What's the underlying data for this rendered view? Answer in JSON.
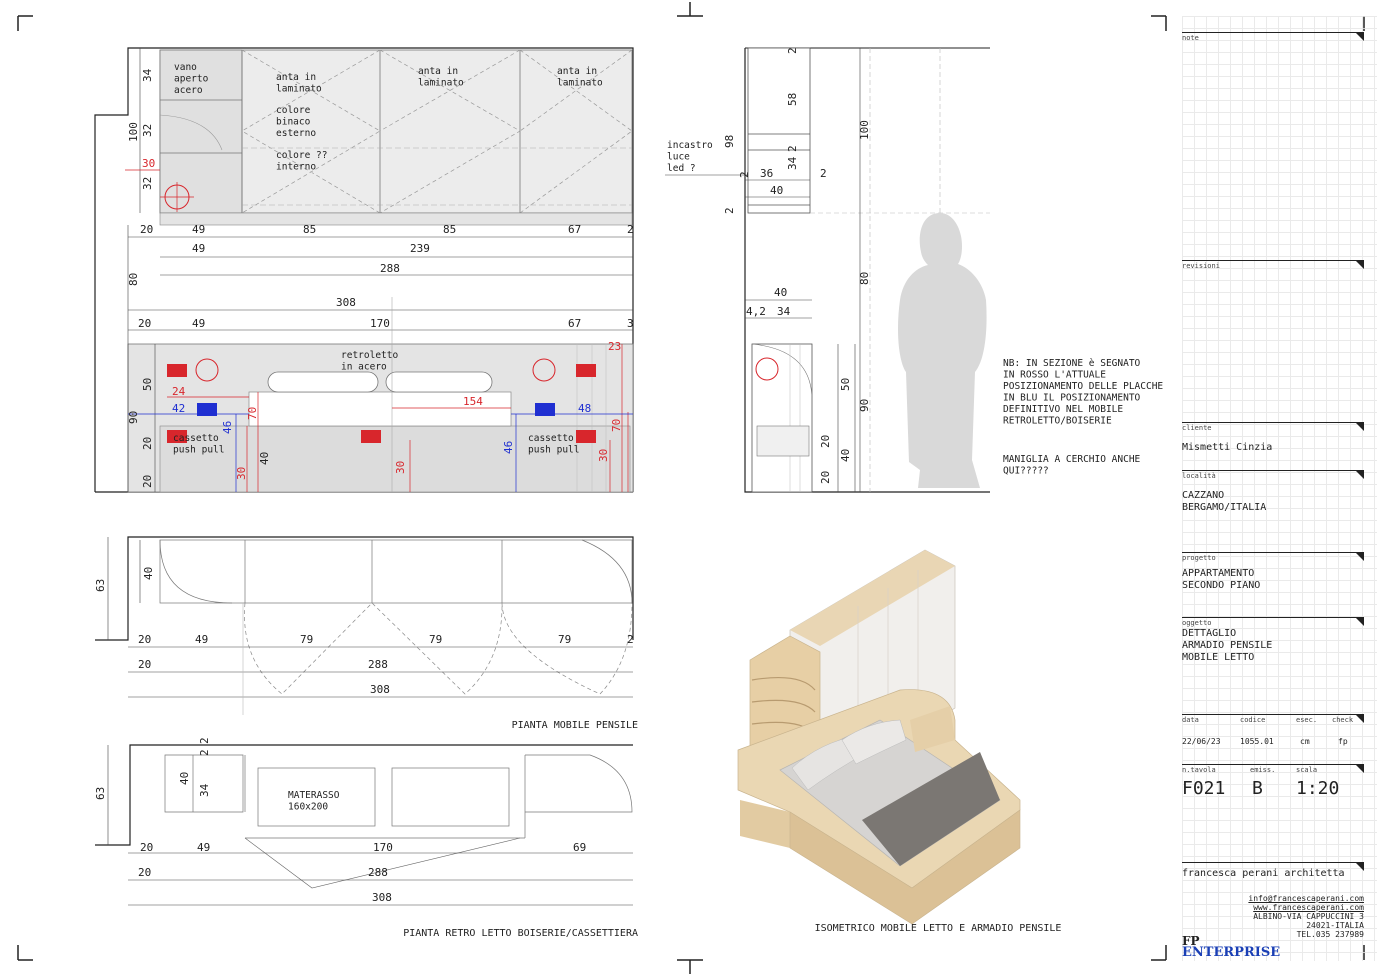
{
  "front_elevation": {
    "labels": {
      "vano": "vano\naperto\nacero",
      "anta1": "anta in\nlaminato",
      "anta2": "anta in\nlaminato",
      "anta3": "anta in\nlaminato",
      "colore_esterno": "colore\nbinaco\nesterno",
      "colore_interno": "colore ??\ninterno",
      "retroletto": "retroletto\nin acero",
      "cassetto_left": "cassetto\npush pull",
      "cassetto_right": "cassetto\npush pull"
    },
    "dims_wardrobe_v": [
      "34",
      "32",
      "32",
      "100",
      "30"
    ],
    "row1": [
      "20",
      "49",
      "85",
      "85",
      "67",
      "2"
    ],
    "row2": [
      "49",
      "239"
    ],
    "row3": [
      "288"
    ],
    "row4": [
      "308"
    ],
    "row5": [
      "20",
      "49",
      "170",
      "67",
      "3"
    ],
    "left_v": [
      "80",
      "90",
      "50",
      "20",
      "20"
    ],
    "red": [
      "24",
      "154",
      "70",
      "30",
      "30",
      "30",
      "23",
      "70"
    ],
    "blue": [
      "42",
      "46",
      "46",
      "48"
    ],
    "black_small": [
      "40"
    ]
  },
  "section": {
    "incastro": "incastro\nluce\nled ?",
    "dims_top": [
      "2",
      "58",
      "2",
      "34",
      "98",
      "2",
      "36",
      "2",
      "40",
      "2",
      "100"
    ],
    "dims_mid": [
      "80",
      "40",
      "4,2",
      "34"
    ],
    "dims_low": [
      "50",
      "20",
      "20",
      "90",
      "40"
    ]
  },
  "notes": {
    "nb": "NB: IN SEZIONE è SEGNATO\nIN ROSSO L'ATTUALE\nPOSIZIONAMENTO DELLE PLACCHE\nIN BLU IL POSIZIONAMENTO\nDEFINITIVO NEL MOBILE\nRETROLETTO/BOISERIE",
    "maniglia": "MANIGLIA A CERCHIO ANCHE\nQUI?????"
  },
  "plan_pensile": {
    "title": "PIANTA MOBILE PENSILE",
    "left_v": [
      "63",
      "40"
    ],
    "row1": [
      "20",
      "49",
      "79",
      "79",
      "79",
      "2"
    ],
    "row2": [
      "20",
      "288"
    ],
    "row3": [
      "308"
    ]
  },
  "plan_letto": {
    "title": "PIANTA RETRO LETTO BOISERIE/CASSETTIERA",
    "materasso": "MATERASSO\n160x200",
    "left_v": [
      "63",
      "40",
      "34",
      "2",
      "2"
    ],
    "row1": [
      "20",
      "49",
      "170",
      "69"
    ],
    "row2": [
      "20",
      "288"
    ],
    "row3": [
      "308"
    ]
  },
  "iso_title": "ISOMETRICO MOBILE LETTO E ARMADIO PENSILE",
  "title_block": {
    "note_label": "note",
    "revisioni_label": "revisioni",
    "cliente_label": "cliente",
    "cliente": "Mismetti Cinzia",
    "localita_label": "località",
    "localita": "CAZZANO\nBERGAMO/ITALIA",
    "progetto_label": "progetto",
    "progetto": "APPARTAMENTO\nSECONDO PIANO",
    "oggetto_label": "oggetto",
    "oggetto": "DETTAGLIO\nARMADIO PENSILE\nMOBILE LETTO",
    "data_label": "data",
    "data": "22/06/23",
    "codice_label": "codice",
    "codice": "1055.01",
    "esec_label": "esec.",
    "esec": "cm",
    "check_label": "check",
    "check": "fp",
    "ntavola_label": "n.tavola",
    "ntavola": "F021",
    "emiss_label": "emiss.",
    "emiss": "B",
    "scala_label": "scala",
    "scala": "1:20",
    "studio": "francesca perani architetta",
    "email": "info@francescaperani.com",
    "web": "www.francescaperani.com",
    "addr1": "ALBINO-VIA CAPPUCCINI 3",
    "addr2": "24021-ITALIA",
    "tel": "TEL.035 237989",
    "logo_top": "FP",
    "logo_bottom": "ENTERPRISE"
  },
  "colors": {
    "red": "#d8262c",
    "blue": "#1f2fd1",
    "panel": "#e4e4e4",
    "figure": "#d9d9d9",
    "wood": "#e9d6b4"
  }
}
